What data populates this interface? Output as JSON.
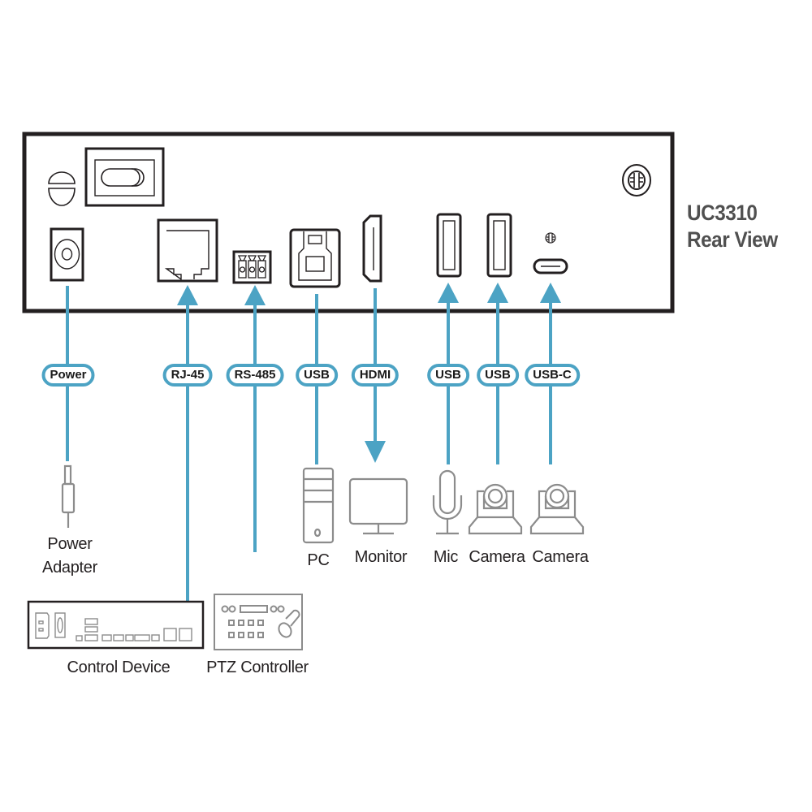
{
  "device": {
    "model": "UC3310",
    "view": "Rear View"
  },
  "colors": {
    "connector_line": "#4ca3c4",
    "device_outline": "#231f20",
    "icon_gray": "#8c8c8c",
    "title_text": "#505050"
  },
  "rear_panel_ports": [
    {
      "id": "power-switch",
      "icon": "rocker-switch-icon"
    },
    {
      "id": "power-button",
      "icon": "power-button-icon"
    },
    {
      "id": "dc-in",
      "icon": "dc-jack-icon"
    },
    {
      "id": "rj45",
      "icon": "rj45-port-icon"
    },
    {
      "id": "rs485",
      "icon": "terminal-block-icon"
    },
    {
      "id": "usb-b",
      "icon": "usb-b-port-icon"
    },
    {
      "id": "hdmi",
      "icon": "hdmi-port-icon"
    },
    {
      "id": "usb-a-1",
      "icon": "usb-a-port-icon"
    },
    {
      "id": "usb-a-2",
      "icon": "usb-a-port-icon"
    },
    {
      "id": "usb-c",
      "icon": "usb-c-port-icon"
    },
    {
      "id": "ground-screw",
      "icon": "ground-screw-icon"
    }
  ],
  "connections": [
    {
      "label": "Power",
      "device": "Power Adapter",
      "device_line2": "",
      "direction": "none",
      "icon": "power-plug-icon"
    },
    {
      "label": "RJ-45",
      "device": "Control Device",
      "direction": "to-unit",
      "icon": "control-device-icon"
    },
    {
      "label": "RS-485",
      "device": "PTZ Controller",
      "direction": "to-unit",
      "icon": "ptz-controller-icon"
    },
    {
      "label": "USB",
      "device": "PC",
      "direction": "none",
      "icon": "pc-tower-icon"
    },
    {
      "label": "HDMI",
      "device": "Monitor",
      "direction": "from-unit",
      "icon": "monitor-icon"
    },
    {
      "label": "USB",
      "device": "Mic",
      "direction": "to-unit",
      "icon": "microphone-icon"
    },
    {
      "label": "USB",
      "device": "Camera",
      "direction": "to-unit",
      "icon": "ptz-camera-icon"
    },
    {
      "label": "USB-C",
      "device": "Camera",
      "direction": "to-unit",
      "icon": "ptz-camera-icon"
    }
  ],
  "captions": {
    "power_adapter_line1": "Power",
    "power_adapter_line2": "Adapter"
  }
}
